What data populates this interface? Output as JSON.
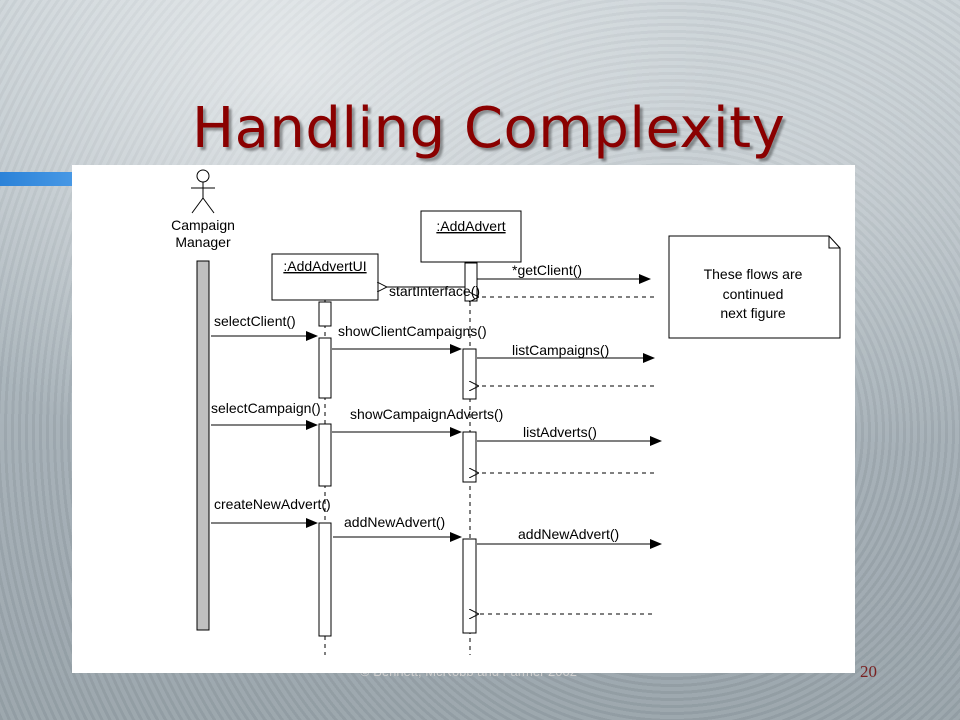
{
  "slide": {
    "title": "Handling Complexity",
    "footer": "© Bennett, McRobb and Farmer 2002",
    "page_number": "20"
  },
  "diagram": {
    "actor": {
      "line1": "Campaign",
      "line2": "Manager"
    },
    "objects": {
      "ui": ":AddAdvertUI",
      "control": ":AddAdvert"
    },
    "messages": {
      "getClient": "*getClient()",
      "startInterface": "startInterface()",
      "selectClient": "selectClient()",
      "showClientCampaigns": "showClientCampaigns()",
      "listCampaigns": "listCampaigns()",
      "selectCampaign": "selectCampaign()",
      "showCampaignAdverts": "showCampaignAdverts()",
      "listAdverts": "listAdverts()",
      "createNewAdvert": "createNewAdvert()",
      "addNewAdvert1": "addNewAdvert()",
      "addNewAdvert2": "addNewAdvert()"
    },
    "note": {
      "line1": "These flows are",
      "line2": "continued",
      "line3": "next figure"
    }
  }
}
